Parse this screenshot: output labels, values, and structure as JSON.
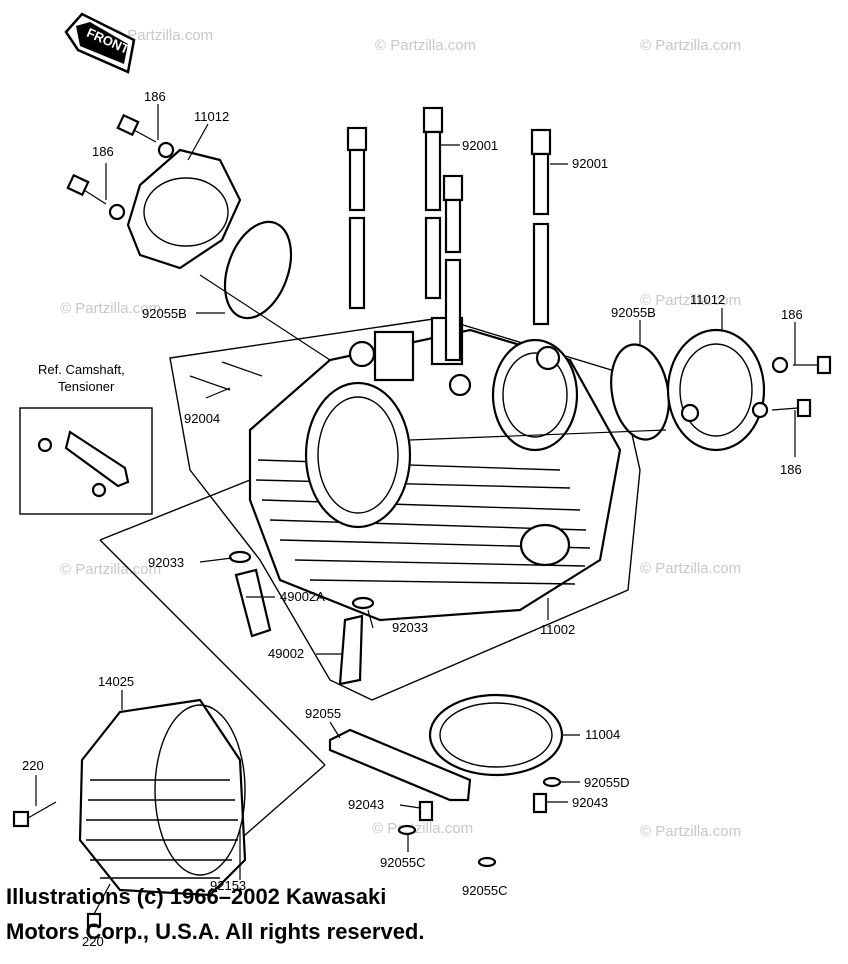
{
  "front_label": "FRONT",
  "watermark": "© Partzilla.com",
  "reference_note": [
    "Ref. Camshaft,",
    "Tensioner"
  ],
  "parts": {
    "bolt_186_a": "186",
    "bolt_186_b": "186",
    "bolt_186_c": "186",
    "bolt_186_d": "186",
    "cap_11012_left": "11012",
    "cap_11012_right": "11012",
    "stud_92001_a": "92001",
    "stud_92001_b": "92001",
    "oring_92055B_left": "92055B",
    "oring_92055B_right": "92055B",
    "stud_92004": "92004",
    "oring_92033_a": "92033",
    "oring_92033_b": "92033",
    "guide_49002A": "49002A",
    "guide_49002": "49002",
    "head_11002": "11002",
    "cover_14025": "14025",
    "bolt_220_a": "220",
    "bolt_220_b": "220",
    "gasket_92055": "92055",
    "gasket_11004": "11004",
    "oring_92055D": "92055D",
    "pin_92043_a": "92043",
    "pin_92043_b": "92043",
    "oring_92055C": "92055C",
    "oring_92055_bottom": "92055C",
    "bolt_92153": "92153"
  },
  "copyright": {
    "line1": "Illustrations (c) 1966–2002 Kawasaki",
    "line2": "Motors Corp., U.S.A.  All rights reserved."
  }
}
